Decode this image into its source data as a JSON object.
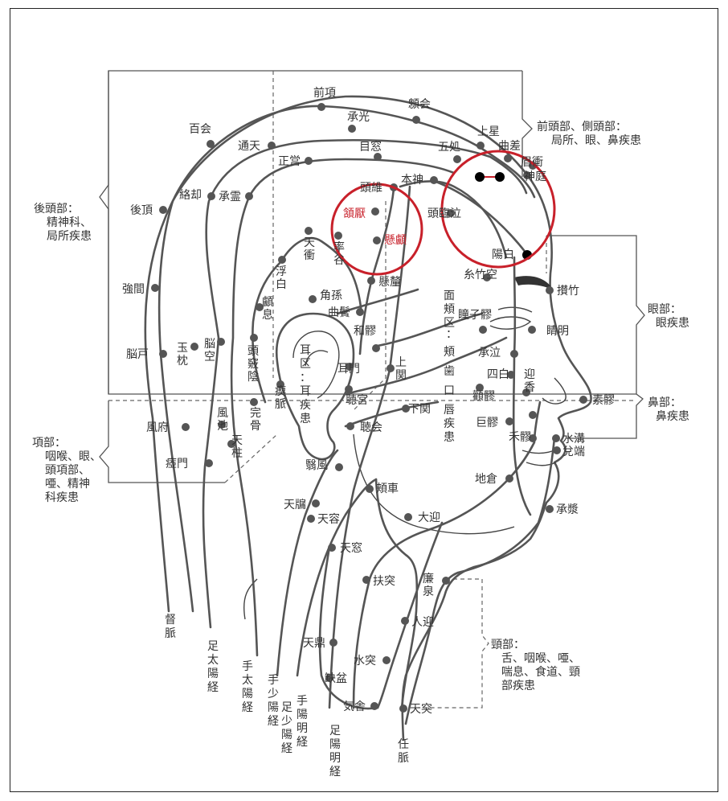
{
  "groups": {
    "front_head": [
      "前頭部、側頭部：",
      "局所、眼、鼻疾患"
    ],
    "back_head": [
      "後頭部：",
      "精神科、",
      "局所疾患"
    ],
    "eye": [
      "眼部：",
      "眼疾患"
    ],
    "nose": [
      "鼻部：",
      "鼻疾患"
    ],
    "nape": [
      "項部：",
      "咽喉、眼、",
      "頭項部、",
      "唖、精神",
      "科疾患"
    ],
    "neck": [
      "頸部：",
      "舌、咽喉、唖、",
      "喘息、食道、頸",
      "部疾患"
    ],
    "face": [
      "面",
      "頬",
      "区",
      "：",
      "頬",
      "歯",
      "口",
      "唇",
      "疾",
      "患"
    ],
    "ear": [
      "耳",
      "区",
      "：",
      "耳",
      "疾",
      "患"
    ]
  },
  "points": {
    "qianding": "前項",
    "baihui": "百会",
    "chengguang": "承光",
    "xinhui": "顖会",
    "shangxing": "上星",
    "qucha": "曲差",
    "meichong": "眉衝",
    "shenting": "神庭",
    "tongtian": "通天",
    "muchuang": "目窓",
    "wuchu": "五処",
    "zhengying": "正営",
    "luoque": "絡却",
    "chengling": "承霊",
    "benshen": "本神",
    "touwei": "頭維",
    "houding": "後頂",
    "toulinqi": "頭臨泣",
    "yangbai": "陽白",
    "hanyan": "頷厭",
    "xuanlu": "懸顱",
    "tianchong": "天衝",
    "shuaigu": "率谷",
    "xuanli": "懸釐",
    "fubai": "浮白",
    "sizhukong": "糸竹空",
    "cuanzhu": "攅竹",
    "qiangjian": "強間",
    "luxi": "顱息",
    "jiaosun": "角孫",
    "qubin": "曲鬢",
    "tongziliao": "瞳子髎",
    "jingming": "睛明",
    "heliao": "和髎",
    "naohu": "脳戸",
    "yuzhen": "玉枕",
    "naokong": "脳空",
    "touqiaoyin": "頭竅陰",
    "erman": "耳門",
    "chengqi": "承泣",
    "shangguan": "上関",
    "sibai": "四白",
    "yingxiang": "迎香",
    "tinggong": "聴宮",
    "quanliao": "顴髎",
    "suliao": "素髎",
    "fengfu": "風府",
    "fengchi": "風池",
    "wangu": "完骨",
    "chimai": "瘈脈",
    "xiaguan": "下関",
    "tinghui": "聴会",
    "juliao": "巨髎",
    "heliao2": "禾髎",
    "shuigou": "水溝",
    "duiduan": "兌端",
    "tianzhu": "天柱",
    "yamen": "瘂門",
    "yifeng": "翳風",
    "dicang": "地倉",
    "jiache": "頬車",
    "tianyou": "天牖",
    "tianrong": "天容",
    "daying": "大迎",
    "chengjiang": "承漿",
    "tianchuang": "天窓",
    "futu": "扶突",
    "lianquan": "廉泉",
    "renying": "人迎",
    "tianding": "天鼎",
    "shuitu": "水突",
    "quepen": "缺盆",
    "qishe": "気舎",
    "tiantu": "天突"
  },
  "meridians": {
    "du": "督脈",
    "zutaiyang": "足太陽経",
    "shoutaiyang": "手太陽経",
    "shoushaoyang": "手少陽経",
    "zushaoyang": "足少陽経",
    "shouyangming": "手陽明経",
    "zuyangming": "足陽明経",
    "ren": "任脈"
  },
  "highlight_color": "#c8202a"
}
